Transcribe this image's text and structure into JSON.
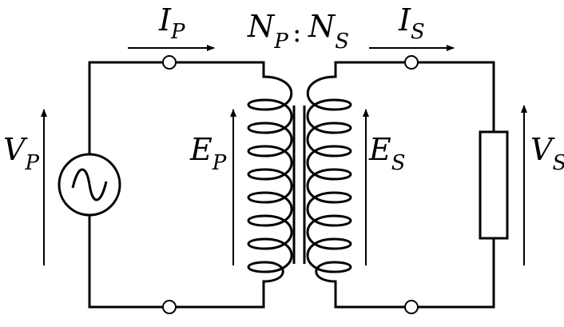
{
  "labels": {
    "ip": {
      "main": "I",
      "sub": "P"
    },
    "is": {
      "main": "I",
      "sub": "S"
    },
    "np": {
      "main": "N",
      "sub": "P"
    },
    "ratio": ":",
    "ns": {
      "main": "N",
      "sub": "S"
    },
    "vp": {
      "main": "V",
      "sub": "P"
    },
    "ep": {
      "main": "E",
      "sub": "P"
    },
    "es": {
      "main": "E",
      "sub": "S"
    },
    "vs": {
      "main": "V",
      "sub": "S"
    }
  },
  "icons": {
    "source": "ac-voltage-source-icon",
    "load": "resistor-icon",
    "terminal": "terminal-icon",
    "arrow": "arrow-icon"
  }
}
